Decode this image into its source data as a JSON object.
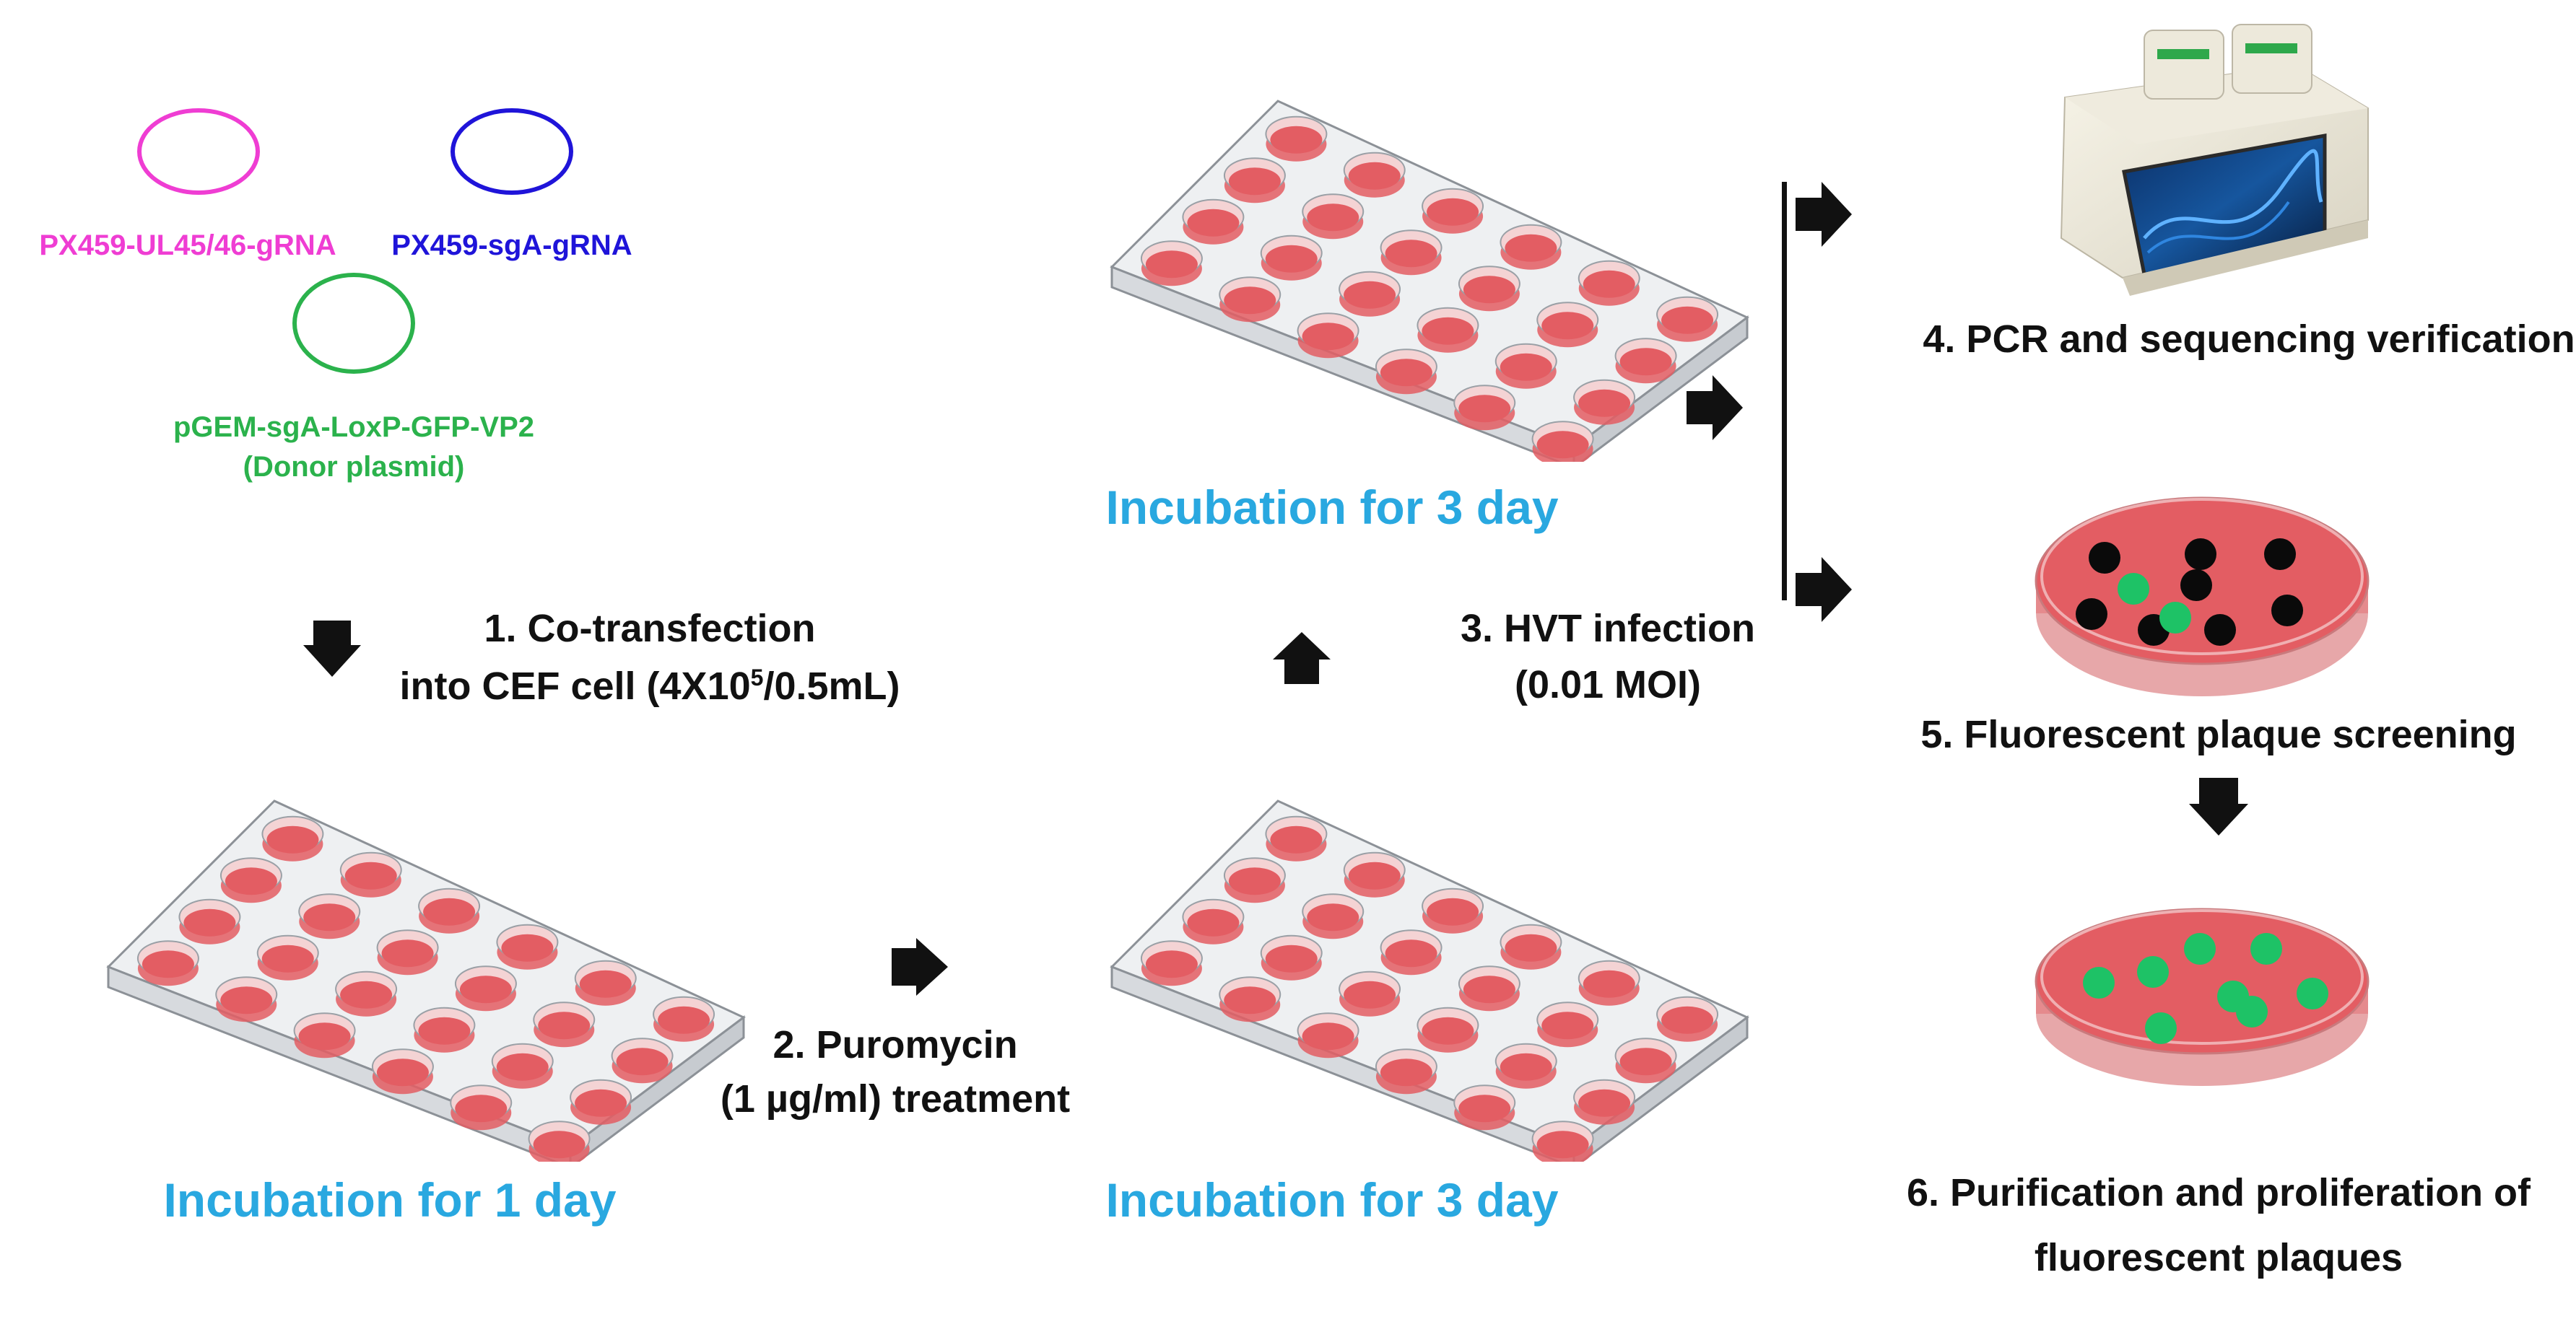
{
  "colors": {
    "plasmid_magenta": "#ef3dd3",
    "plasmid_blue": "#1f14d9",
    "plasmid_green": "#2bb24c",
    "incubation_text": "#29a8e0",
    "well_liquid": "#e35d63",
    "plaque_black": "#0a0a0a",
    "plaque_green": "#1ec266",
    "arrow": "#111111"
  },
  "plasmids": [
    {
      "label": "PX459-UL45/46-gRNA",
      "color": "#ef3dd3"
    },
    {
      "label": "PX459-sgA-gRNA",
      "color": "#1f14d9"
    },
    {
      "label": "pGEM-sgA-LoxP-GFP-VP2",
      "sublabel": "(Donor plasmid)",
      "color": "#2bb24c"
    }
  ],
  "steps": {
    "step1_line1": "1. Co-transfection",
    "step1_line2_pre": "into CEF cell (4X10",
    "step1_sup": "5",
    "step1_line2_post": "/0.5mL)",
    "step2_line1": "2. Puromycin",
    "step2_line2": "(1 µg/ml) treatment",
    "step3_line1": "3. HVT infection",
    "step3_line2": "(0.01 MOI)",
    "step4": "4. PCR and sequencing verification",
    "step5": "5. Fluorescent plaque screening",
    "step6_line1": "6. Purification and proliferation of",
    "step6_line2": "fluorescent plaques"
  },
  "incubations": {
    "day1": "Incubation for 1 day",
    "day3_bottom": "Incubation for 3 day",
    "day3_top": "Incubation for 3 day"
  },
  "plates": {
    "rows": 4,
    "cols": 6
  },
  "dish_screening": {
    "black_plaques": 8,
    "green_plaques": 2
  },
  "dish_purified": {
    "green_plaques": 8
  },
  "icons": [
    "arrow-down-icon",
    "arrow-right-icon",
    "arrow-up-icon",
    "pcr-machine-icon",
    "petri-dish-icon",
    "well-plate-icon"
  ]
}
